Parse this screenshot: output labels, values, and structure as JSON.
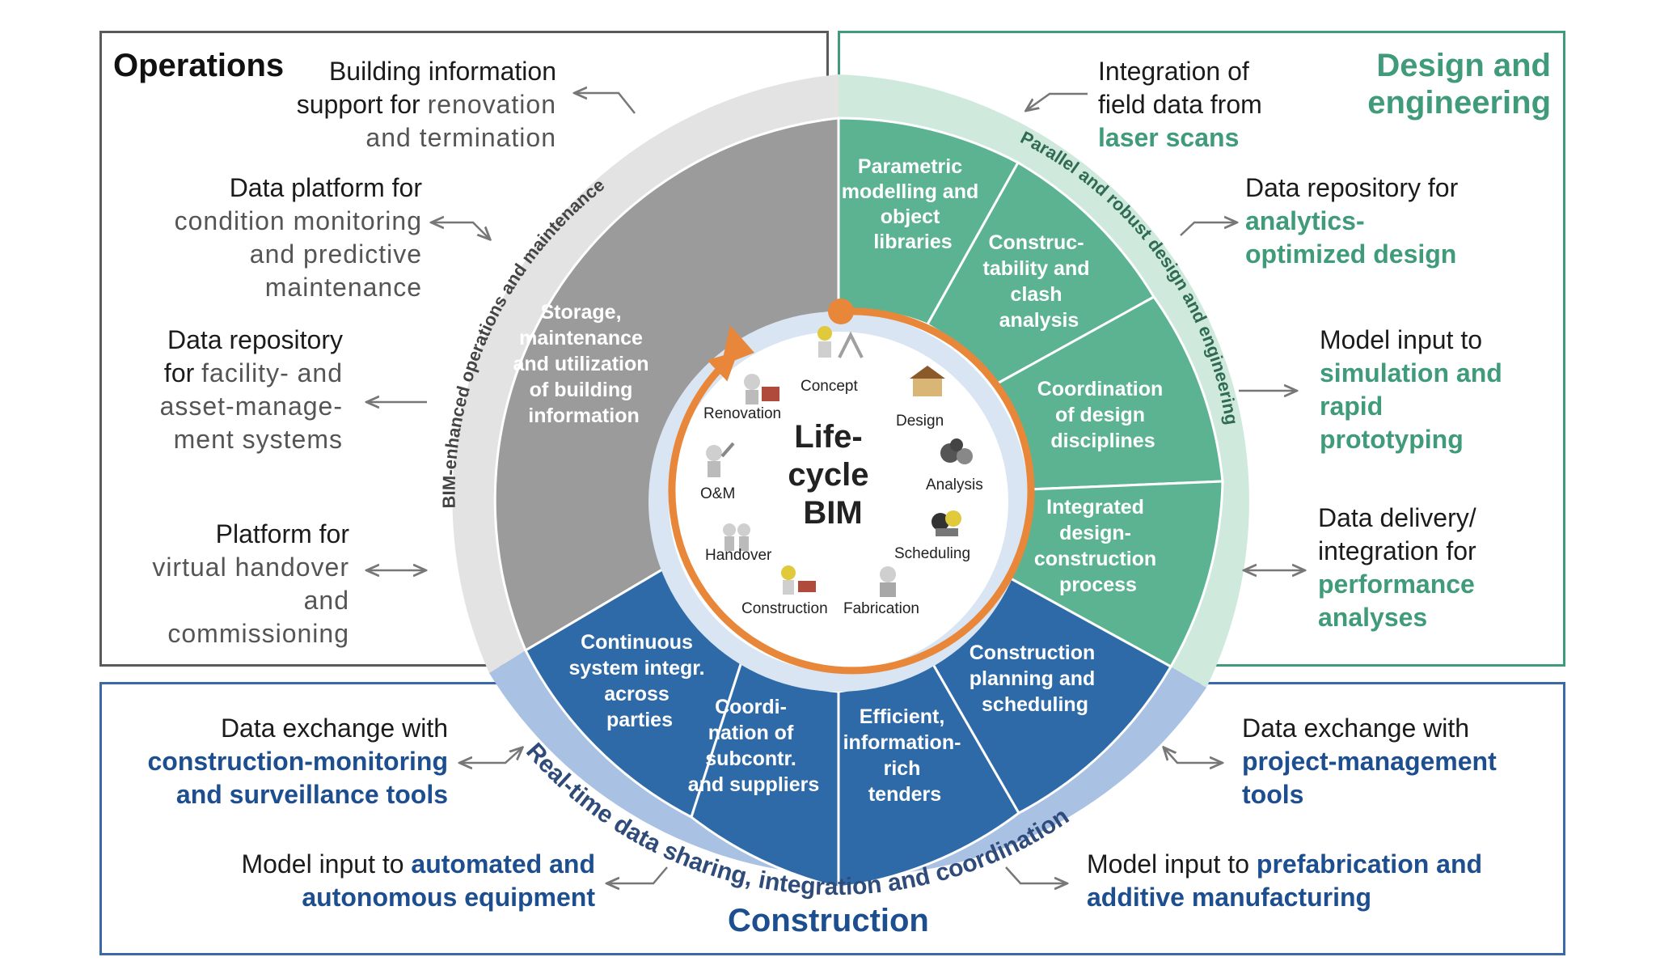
{
  "panels": {
    "operations_title": "Operations",
    "design_title_line1": "Design and",
    "design_title_line2": "engineering",
    "construction_title": "Construction"
  },
  "operations_notes": {
    "renovation": [
      "Building information",
      "support for ",
      "renovation",
      "and termination"
    ],
    "condition": [
      "Data platform for",
      "condition monitoring",
      "and predictive",
      "maintenance"
    ],
    "facility": [
      "Data repository",
      "for ",
      "facility- and",
      "asset-manage-",
      "ment systems"
    ],
    "handover": [
      "Platform for",
      "virtual handover",
      "and",
      "commissioning"
    ]
  },
  "design_notes": {
    "laser": [
      "Integration of",
      "field data from",
      "laser scans"
    ],
    "analytics": [
      "Data repository for",
      "analytics-",
      "optimized design"
    ],
    "simulation": [
      "Model input to",
      "simulation and",
      "rapid",
      "prototyping"
    ],
    "performance": [
      "Data delivery/",
      "integration for",
      "performance",
      "analyses"
    ]
  },
  "construction_notes": {
    "monitoring": [
      "Data exchange with",
      "construction-monitoring",
      "and surveillance tools"
    ],
    "automated": [
      "Model input to ",
      "automated and",
      "autonomous equipment"
    ],
    "pm": [
      "Data exchange with",
      "project-management",
      "tools"
    ],
    "prefab": [
      "Model input to ",
      "prefabrication and",
      "additive manufacturing"
    ]
  },
  "ring_labels": {
    "operations": "BIM-enhanced operations and maintenance",
    "design": "Parallel and robust design and engineering",
    "construction": "Real-time data sharing, integration and coordination"
  },
  "segments": {
    "storage": [
      "Storage,",
      "maintenance",
      "and utilization",
      "of building",
      "information"
    ],
    "parametric": [
      "Parametric",
      "modelling and",
      "object",
      "libraries"
    ],
    "constructability": [
      "Construc-",
      "tability and",
      "clash",
      "analysis"
    ],
    "coordination": [
      "Coordination",
      "of design",
      "disciplines"
    ],
    "integrated": [
      "Integrated",
      "design-",
      "construction",
      "process"
    ],
    "continuous": [
      "Continuous",
      "system integr.",
      "across",
      "parties"
    ],
    "subcontr": [
      "Coordi-",
      "nation of",
      "subcontr.",
      "and suppliers"
    ],
    "tenders": [
      "Efficient,",
      "information-",
      "rich",
      "tenders"
    ],
    "planning": [
      "Construction",
      "planning and",
      "scheduling"
    ]
  },
  "center": {
    "title": [
      "Life-",
      "cycle",
      "BIM"
    ],
    "phases": [
      "Concept",
      "Design",
      "Analysis",
      "Scheduling",
      "Construction",
      "Fabrication",
      "Handover",
      "O&M",
      "Renovation"
    ]
  },
  "colors": {
    "operations_segment": "#9b9b9b",
    "design_segment": "#5cb392",
    "construction_segment": "#2f6aa8",
    "cycle_arrow": "#e8873a",
    "design_text": "#3f9b7a",
    "construction_text": "#1d4e8f"
  }
}
